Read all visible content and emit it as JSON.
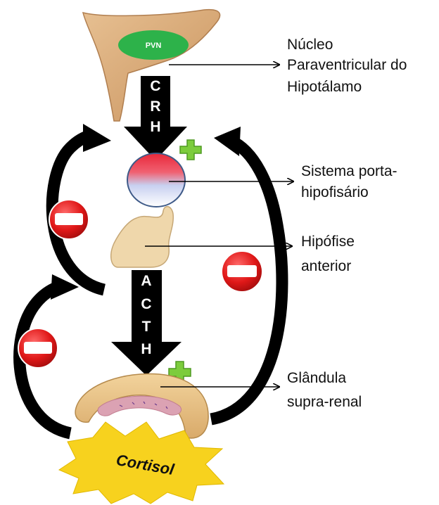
{
  "diagram": {
    "pvn_label": "PVN",
    "crh_letters": [
      "C",
      "R",
      "H"
    ],
    "acth_letters": [
      "A",
      "C",
      "T",
      "H"
    ],
    "cortisol_label": "Cortisol",
    "labels": {
      "nucleo": [
        "Núcleo",
        "Paraventricular do",
        "Hipotálamo"
      ],
      "sistema": [
        "Sistema porta-",
        "hipofisário"
      ],
      "hipofise": [
        "Hipófise",
        "anterior"
      ],
      "glandula": [
        "Glândula",
        "supra-renal"
      ]
    },
    "colors": {
      "arrow": "#000000",
      "pvn": "#2db24a",
      "tissue": "#d9a878",
      "inhibition": "#e02020",
      "stimulation": "#7ccc3c",
      "starburst": "#f7d21e",
      "portal_top": "#e8283a",
      "portal_bottom": "#ffffff"
    },
    "icons": {
      "inhibition": "minus-circle-icon",
      "stimulation": "plus-icon"
    }
  }
}
